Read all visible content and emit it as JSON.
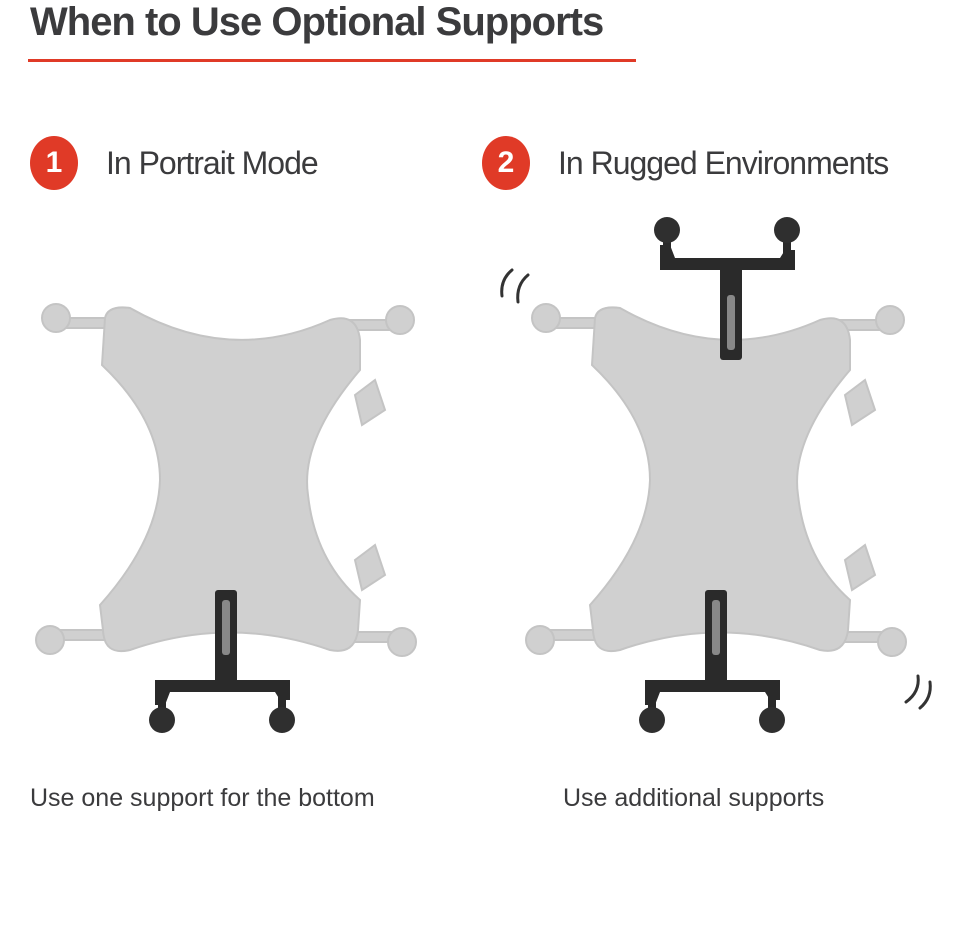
{
  "title": "When to Use Optional Supports",
  "accent": "#e03a27",
  "steps": [
    {
      "number": "1",
      "label": "In Portrait Mode",
      "caption": "Use one support for the bottom"
    },
    {
      "number": "2",
      "label": "In Rugged Environments",
      "caption": "Use additional supports"
    }
  ]
}
